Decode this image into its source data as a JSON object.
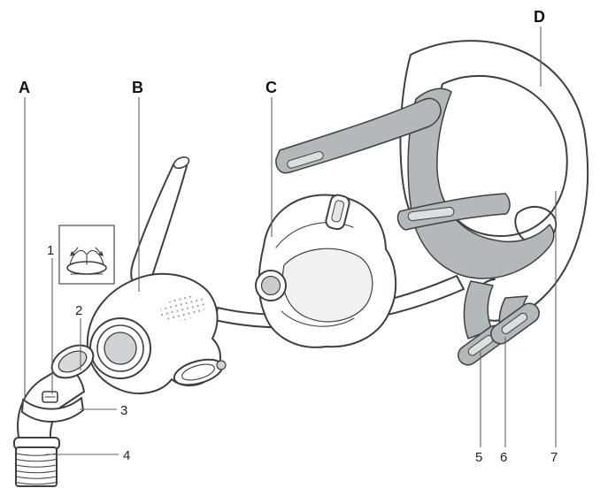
{
  "colors": {
    "background": "#ffffff",
    "outline": "#3c4043",
    "leader_line": "#5f6265",
    "strap_gray": "#b3b8ba",
    "slot_light": "#dcdee0",
    "shade_gray": "#d6d8da",
    "label_text": "#111111"
  },
  "labels": {
    "A": "A",
    "B": "B",
    "C": "C",
    "D": "D",
    "n1": "1",
    "n2": "2",
    "n3": "3",
    "n4": "4",
    "n5": "5",
    "n6": "6",
    "n7": "7"
  }
}
